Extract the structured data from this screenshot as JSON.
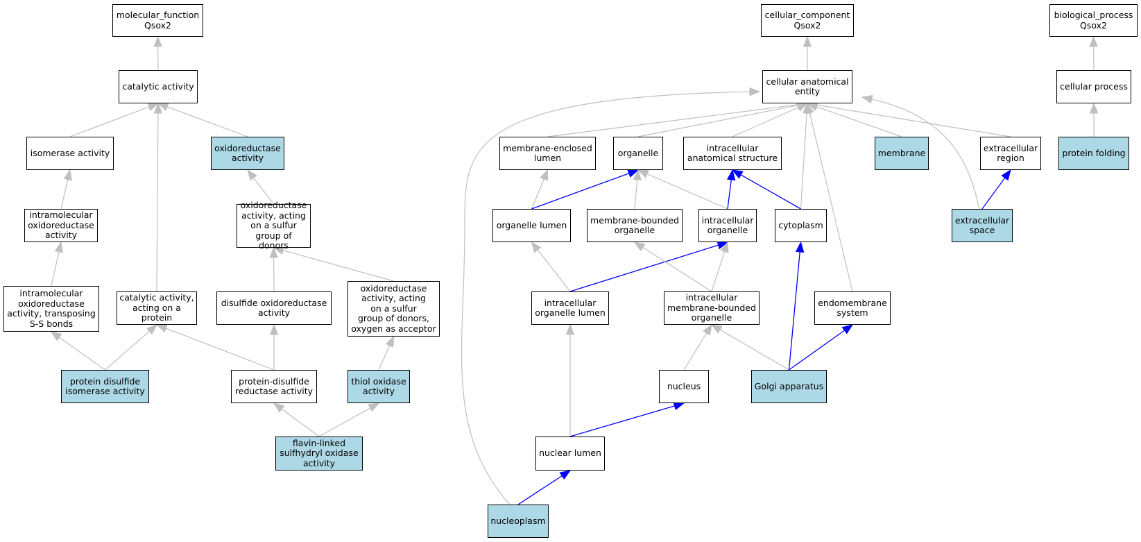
{
  "colors": {
    "highlight": "#add8e6",
    "edge_gray": "#bfbfbf",
    "edge_blue": "#0000ff"
  },
  "nodes": {
    "mf_root": {
      "label": "molecular_function\nQsox2",
      "hl": false
    },
    "catalytic": {
      "label": "catalytic activity",
      "hl": false
    },
    "isomerase": {
      "label": "isomerase activity",
      "hl": false
    },
    "oxidoreductase": {
      "label": "oxidoreductase\nactivity",
      "hl": true
    },
    "intramol_ox": {
      "label": "intramolecular\noxidoreductase\nactivity",
      "hl": false
    },
    "ox_sulfur": {
      "label": "oxidoreductase\nactivity, acting\non a sulfur\ngroup of donors",
      "hl": false
    },
    "intramol_ss": {
      "label": "intramolecular\noxidoreductase\nactivity, transposing\nS-S bonds",
      "hl": false
    },
    "cat_protein": {
      "label": "catalytic activity,\nacting on a\nprotein",
      "hl": false
    },
    "disulfide_ox": {
      "label": "disulfide oxidoreductase\nactivity",
      "hl": false
    },
    "ox_sulfur_o2": {
      "label": "oxidoreductase\nactivity, acting\non a sulfur\ngroup of donors,\noxygen as acceptor",
      "hl": false
    },
    "pdi": {
      "label": "protein disulfide\nisomerase activity",
      "hl": true
    },
    "pdr": {
      "label": "protein-disulfide\nreductase activity",
      "hl": false
    },
    "thiol_ox": {
      "label": "thiol oxidase\nactivity",
      "hl": true
    },
    "flavin": {
      "label": "flavin-linked\nsulfhydryl oxidase\nactivity",
      "hl": true
    },
    "cc_root": {
      "label": "cellular_component\nQsox2",
      "hl": false
    },
    "cae": {
      "label": "cellular anatomical\nentity",
      "hl": false
    },
    "mel": {
      "label": "membrane-enclosed\nlumen",
      "hl": false
    },
    "organelle": {
      "label": "organelle",
      "hl": false
    },
    "ias": {
      "label": "intracellular\nanatomical structure",
      "hl": false
    },
    "membrane": {
      "label": "membrane",
      "hl": true
    },
    "extracellular_region": {
      "label": "extracellular\nregion",
      "hl": false
    },
    "organelle_lumen": {
      "label": "organelle lumen",
      "hl": false
    },
    "mbo": {
      "label": "membrane-bounded\norganelle",
      "hl": false
    },
    "intra_org": {
      "label": "intracellular\norganelle",
      "hl": false
    },
    "cytoplasm": {
      "label": "cytoplasm",
      "hl": false
    },
    "extracellular_space": {
      "label": "extracellular\nspace",
      "hl": true
    },
    "iol": {
      "label": "intracellular\norganelle lumen",
      "hl": false
    },
    "imbo": {
      "label": "intracellular\nmembrane-bounded\norganelle",
      "hl": false
    },
    "endomembrane": {
      "label": "endomembrane\nsystem",
      "hl": false
    },
    "nucleus": {
      "label": "nucleus",
      "hl": false
    },
    "golgi": {
      "label": "Golgi apparatus",
      "hl": true
    },
    "nuclear_lumen": {
      "label": "nuclear lumen",
      "hl": false
    },
    "nucleoplasm": {
      "label": "nucleoplasm",
      "hl": true
    },
    "bp_root": {
      "label": "biological_process\nQsox2",
      "hl": false
    },
    "cell_process": {
      "label": "cellular process",
      "hl": false
    },
    "protein_folding": {
      "label": "protein folding",
      "hl": true
    }
  },
  "edges": [
    {
      "from": "catalytic",
      "to": "mf_root",
      "color": "gray"
    },
    {
      "from": "isomerase",
      "to": "catalytic",
      "color": "gray"
    },
    {
      "from": "oxidoreductase",
      "to": "catalytic",
      "color": "gray"
    },
    {
      "from": "cat_protein",
      "to": "catalytic",
      "color": "gray"
    },
    {
      "from": "intramol_ox",
      "to": "isomerase",
      "color": "gray"
    },
    {
      "from": "ox_sulfur",
      "to": "oxidoreductase",
      "color": "gray"
    },
    {
      "from": "intramol_ss",
      "to": "intramol_ox",
      "color": "gray"
    },
    {
      "from": "disulfide_ox",
      "to": "ox_sulfur",
      "color": "gray"
    },
    {
      "from": "ox_sulfur_o2",
      "to": "ox_sulfur",
      "color": "gray"
    },
    {
      "from": "pdi",
      "to": "intramol_ss",
      "color": "gray"
    },
    {
      "from": "pdi",
      "to": "cat_protein",
      "color": "gray"
    },
    {
      "from": "pdr",
      "to": "cat_protein",
      "color": "gray"
    },
    {
      "from": "pdr",
      "to": "disulfide_ox",
      "color": "gray"
    },
    {
      "from": "thiol_ox",
      "to": "ox_sulfur_o2",
      "color": "gray"
    },
    {
      "from": "flavin",
      "to": "pdr",
      "color": "gray"
    },
    {
      "from": "flavin",
      "to": "thiol_ox",
      "color": "gray"
    },
    {
      "from": "cae",
      "to": "cc_root",
      "color": "gray"
    },
    {
      "from": "mel",
      "to": "cae",
      "color": "gray"
    },
    {
      "from": "organelle",
      "to": "cae",
      "color": "gray"
    },
    {
      "from": "ias",
      "to": "cae",
      "color": "gray"
    },
    {
      "from": "membrane",
      "to": "cae",
      "color": "gray"
    },
    {
      "from": "extracellular_region",
      "to": "cae",
      "color": "gray"
    },
    {
      "from": "cytoplasm",
      "to": "cae",
      "color": "gray"
    },
    {
      "from": "endomembrane",
      "to": "cae",
      "color": "gray"
    },
    {
      "from": "extracellular_space",
      "to": "cae",
      "color": "gray"
    },
    {
      "from": "nucleoplasm",
      "to": "cae",
      "color": "gray"
    },
    {
      "from": "organelle_lumen",
      "to": "mel",
      "color": "gray"
    },
    {
      "from": "organelle_lumen",
      "to": "organelle",
      "color": "blue"
    },
    {
      "from": "mbo",
      "to": "organelle",
      "color": "gray"
    },
    {
      "from": "intra_org",
      "to": "organelle",
      "color": "gray"
    },
    {
      "from": "intra_org",
      "to": "ias",
      "color": "blue"
    },
    {
      "from": "cytoplasm",
      "to": "ias",
      "color": "blue"
    },
    {
      "from": "extracellular_space",
      "to": "extracellular_region",
      "color": "blue"
    },
    {
      "from": "iol",
      "to": "organelle_lumen",
      "color": "gray"
    },
    {
      "from": "iol",
      "to": "intra_org",
      "color": "blue"
    },
    {
      "from": "imbo",
      "to": "mbo",
      "color": "gray"
    },
    {
      "from": "imbo",
      "to": "intra_org",
      "color": "gray"
    },
    {
      "from": "nucleus",
      "to": "imbo",
      "color": "gray"
    },
    {
      "from": "golgi",
      "to": "imbo",
      "color": "gray"
    },
    {
      "from": "golgi",
      "to": "cytoplasm",
      "color": "blue"
    },
    {
      "from": "golgi",
      "to": "endomembrane",
      "color": "blue"
    },
    {
      "from": "nuclear_lumen",
      "to": "iol",
      "color": "gray"
    },
    {
      "from": "nuclear_lumen",
      "to": "nucleus",
      "color": "blue"
    },
    {
      "from": "nucleoplasm",
      "to": "nuclear_lumen",
      "color": "blue"
    },
    {
      "from": "cell_process",
      "to": "bp_root",
      "color": "gray"
    },
    {
      "from": "protein_folding",
      "to": "cell_process",
      "color": "gray"
    }
  ]
}
